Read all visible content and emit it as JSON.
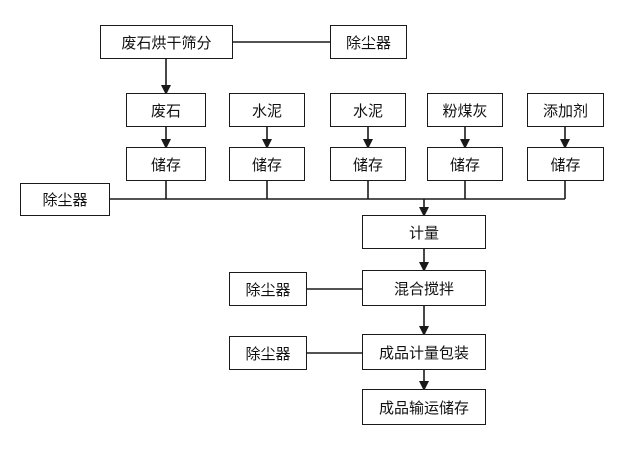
{
  "diagram": {
    "nodes": {
      "drying": "废石烘干筛分",
      "dust_top": "除尘器",
      "waste_stone": "废石",
      "cement_1": "水泥",
      "cement_2": "水泥",
      "fly_ash": "粉煤灰",
      "additive": "添加剂",
      "storage_1": "储存",
      "storage_2": "储存",
      "storage_3": "储存",
      "storage_4": "储存",
      "storage_5": "储存",
      "dust_left": "除尘器",
      "metering": "计量",
      "dust_mix": "除尘器",
      "mixing": "混合搅拌",
      "dust_pack": "除尘器",
      "packaging": "成品计量包装",
      "transport": "成品输运储存"
    },
    "colors": {
      "line": "#1a1a1a",
      "box_fill": "#ffffff",
      "text": "#111111"
    }
  }
}
